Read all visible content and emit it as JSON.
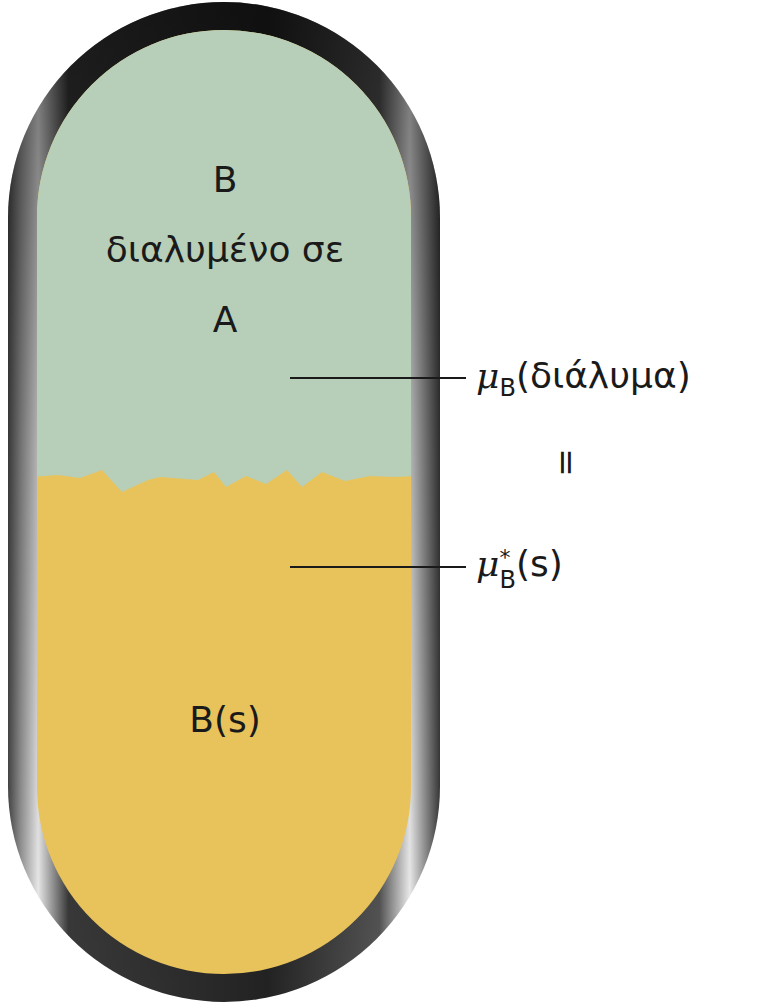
{
  "diagram": {
    "nodes": [
      {
        "text": [
          "B διαλυμένο σε A"
        ]
      },
      {
        "text": [
          "B(s)"
        ]
      }
    ],
    "labels": [
      "μ",
      "B",
      "(διάλυμα)",
      "=",
      "μ",
      "*",
      "B",
      "(s)"
    ]
  }
}
